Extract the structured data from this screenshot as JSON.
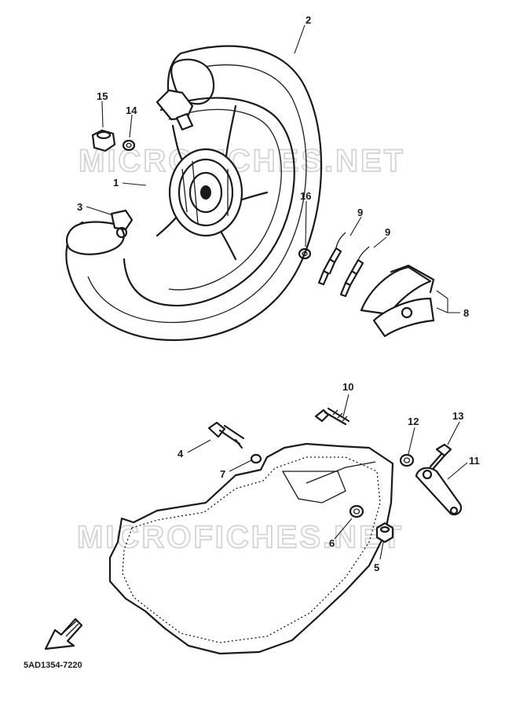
{
  "watermark": {
    "top": "MICROFICHES.NET",
    "bottom": "MICROFICHES.NET"
  },
  "callouts": {
    "c1": "1",
    "c2": "2",
    "c3": "3",
    "c4": "4",
    "c5": "5",
    "c6": "6",
    "c7": "7",
    "c8": "8",
    "c9a": "9",
    "c9b": "9",
    "c10": "10",
    "c11": "11",
    "c12": "12",
    "c13": "13",
    "c14": "14",
    "c15": "15",
    "c16": "16"
  },
  "diagram_code": "5AD1354-7220"
}
